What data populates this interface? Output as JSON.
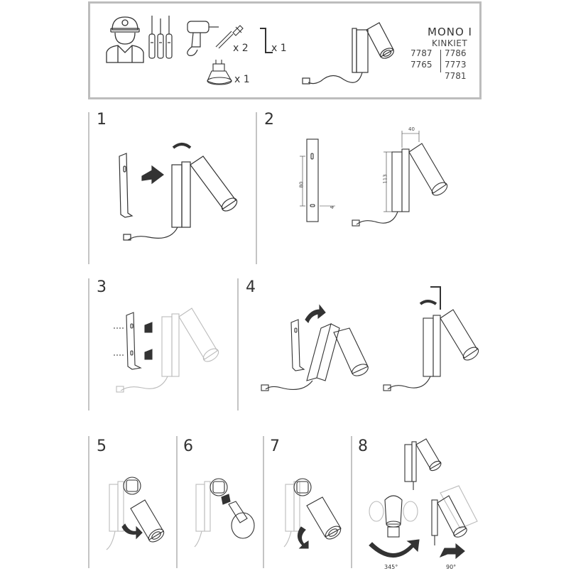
{
  "header": {
    "product_name": "MONO I",
    "product_type": "KINKIET",
    "codes": {
      "c1": "7787",
      "c2": "7786",
      "c3": "7765",
      "c4": "7773",
      "c5": "7781"
    },
    "screw_qty": "x 2",
    "key_qty": "x 1",
    "bulb_qty": "x 1"
  },
  "steps": [
    {
      "number": "1"
    },
    {
      "number": "2",
      "dimensions": {
        "width": "40",
        "height": "113",
        "spacing": "80",
        "offset": "4"
      }
    },
    {
      "number": "3"
    },
    {
      "number": "4"
    },
    {
      "number": "5"
    },
    {
      "number": "6"
    },
    {
      "number": "7"
    },
    {
      "number": "8",
      "angles": {
        "rotate": "345°",
        "tilt": "90°"
      }
    }
  ],
  "colors": {
    "line": "#333333",
    "frame": "#bdbdbd",
    "divider": "#c4c4c4",
    "faint": "#bbbbbb"
  }
}
